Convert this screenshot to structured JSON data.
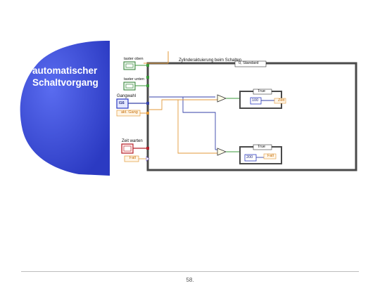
{
  "slide": {
    "title": "automatischer Schaltvorgang",
    "page_number": "58."
  },
  "diagram": {
    "controls": {
      "taster_oben": "taster oben",
      "taster_unten": "taster unten",
      "gangwahl": "Gangwahl",
      "gangwahl_value": "I16",
      "gang_local": "akt. Gang",
      "zeit_warten": "Zeit warten",
      "zeit_local": "Fall"
    },
    "case_structure": {
      "label": "Zylinderaktuierung beim Schalten",
      "selector": "0, Standard"
    },
    "inner_case_top": {
      "selector": "True",
      "constant": "100",
      "local": "Zeit"
    },
    "inner_case_bottom": {
      "selector": "True",
      "constant": "200",
      "local": "Fall"
    },
    "colors": {
      "blob": "#3d4fd8",
      "structure_border": "#4a4a4a",
      "wire_orange": "#e39a3a",
      "wire_blue": "#3542a8",
      "wire_green": "#3a9a3a",
      "terminal_red": "#b3202a"
    }
  }
}
